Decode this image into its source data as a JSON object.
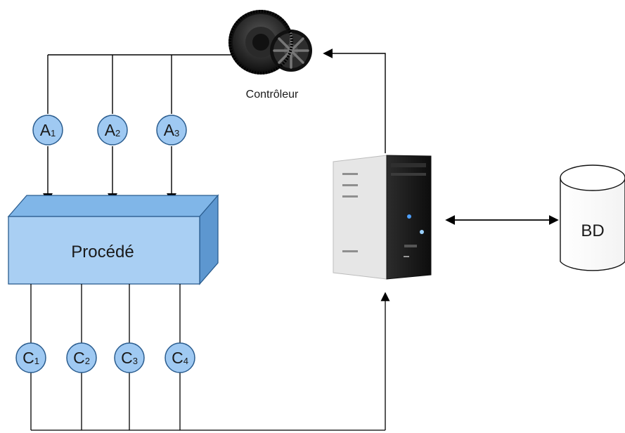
{
  "diagram": {
    "controller_label": "Contrôleur",
    "process_label": "Procédé",
    "database_label": "BD",
    "actuators": [
      {
        "letter": "A",
        "index": "1"
      },
      {
        "letter": "A",
        "index": "2"
      },
      {
        "letter": "A",
        "index": "3"
      }
    ],
    "sensors": [
      {
        "letter": "C",
        "index": "1"
      },
      {
        "letter": "C",
        "index": "2"
      },
      {
        "letter": "C",
        "index": "3"
      },
      {
        "letter": "C",
        "index": "4"
      }
    ],
    "colors": {
      "node_fill": "#9fc9f2",
      "node_stroke": "#2b5d8f",
      "process_front": "#a9cff3",
      "process_top": "#80b6e8",
      "process_side": "#5d97d0",
      "line": "#000000",
      "computer_case": "#1d1d1d",
      "computer_side": "#f0f0f0"
    }
  }
}
